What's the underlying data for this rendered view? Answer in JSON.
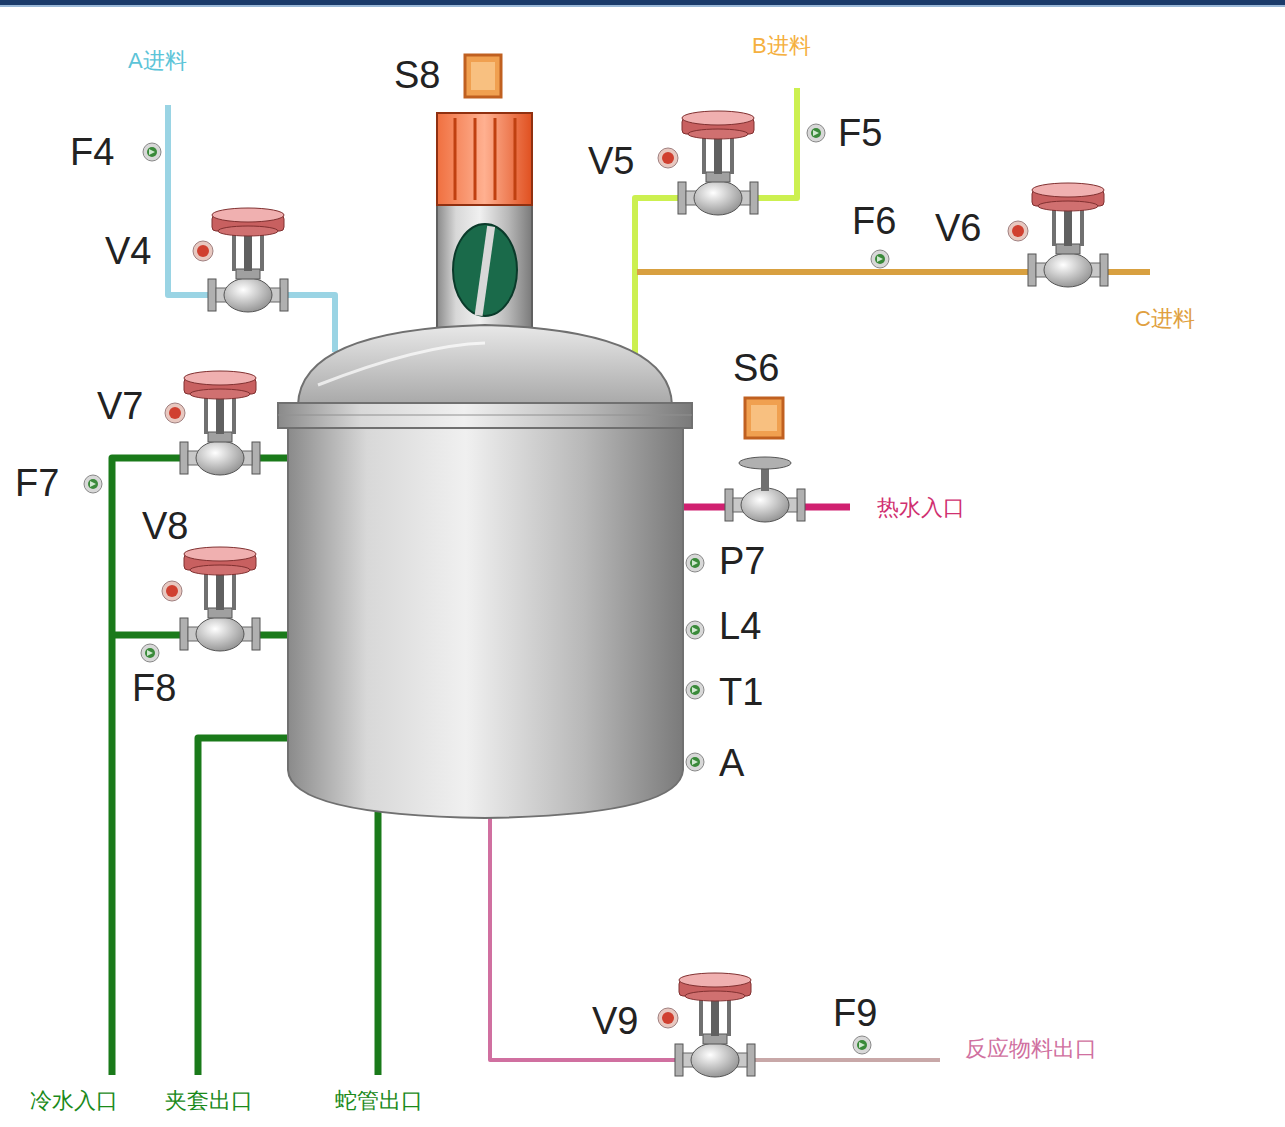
{
  "diagram": {
    "labels": [
      "A进料",
      "F4",
      "V4",
      "S8",
      "B进料",
      "V5",
      "F5",
      "F6",
      "V6",
      "C进料",
      "V7",
      "S6",
      "F7",
      "热水入口",
      "V8",
      "P7",
      "L4",
      "F8",
      "T1",
      "A",
      "V9",
      "F9",
      "冷水入口",
      "夹套出口",
      "蛇管出口",
      "反应物料出口"
    ]
  }
}
